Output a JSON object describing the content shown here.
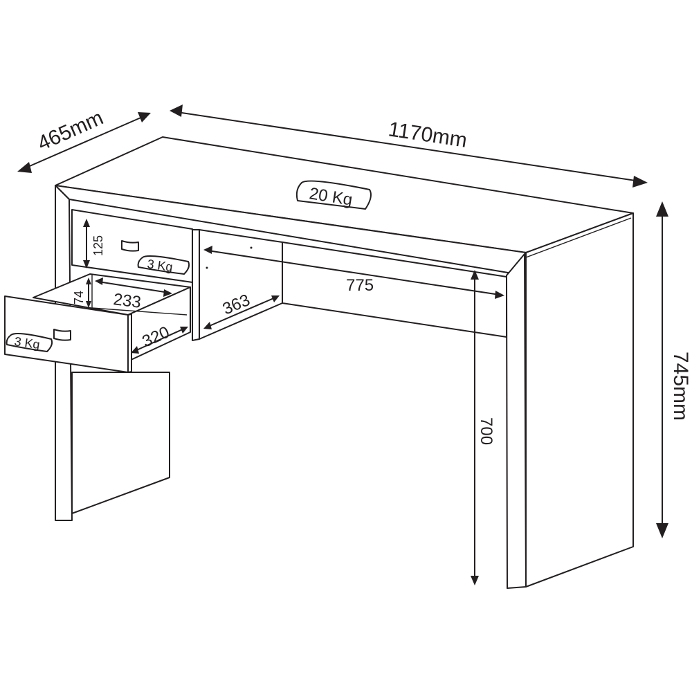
{
  "diagram": {
    "subject": "Desk with two drawers - dimensions",
    "units": "mm",
    "colors": {
      "line": "#231f20",
      "background": "#ffffff"
    },
    "dimensions": {
      "depth": "465mm",
      "width": "1170mm",
      "height": "745mm",
      "knee_height": "700",
      "knee_width": "775",
      "niche_depth": "363",
      "drawer_front_height": "125",
      "drawer_inner_height": "74",
      "drawer_inner_width": "233",
      "drawer_inner_depth": "320"
    },
    "load_badges": {
      "top": "20  Kg",
      "upper_drawer": "3  Kg",
      "lower_drawer": "3  Kg"
    },
    "icons": [
      "handle-icon",
      "weight-badge-icon",
      "dimension-arrow-icon"
    ]
  }
}
